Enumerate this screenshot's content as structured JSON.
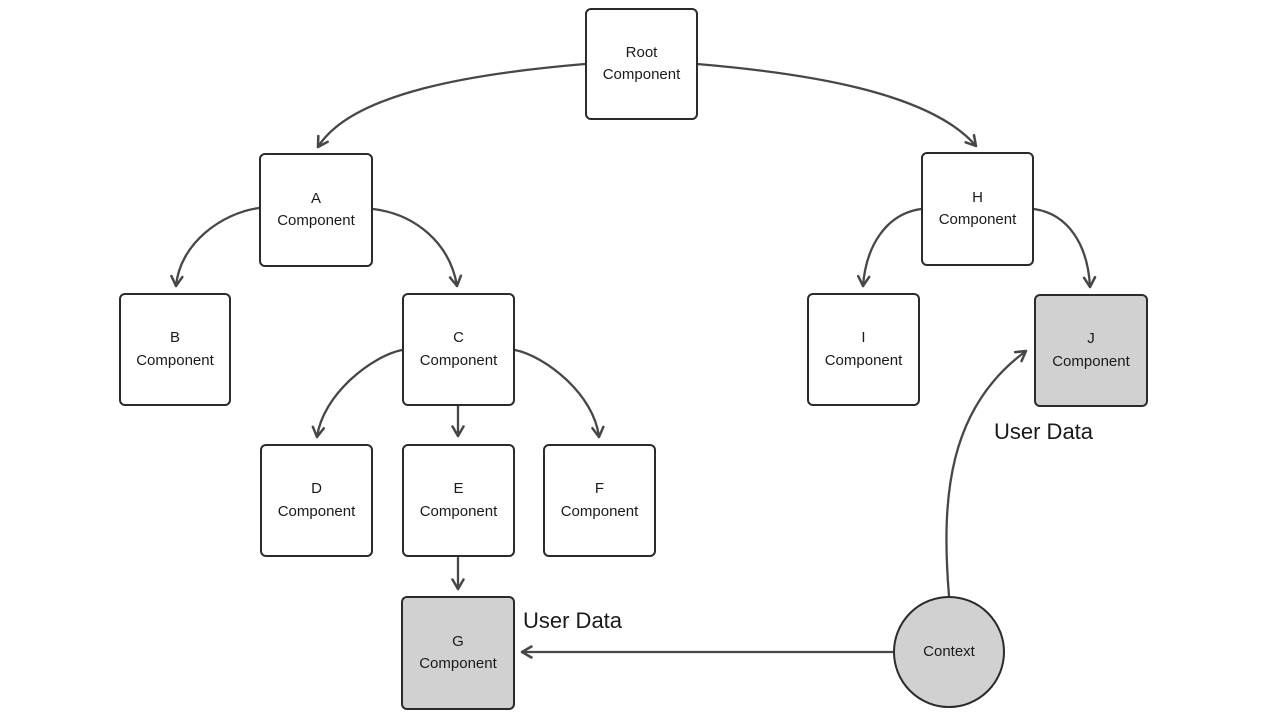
{
  "colors": {
    "arrow": "#474747",
    "node-border": "#2b2b2b",
    "node-fill": "#ffffff",
    "node-fill-gray": "#d2d1d1",
    "text": "#1a1a1a",
    "background": "#ffffff"
  },
  "nodes": {
    "root": {
      "line1": "Root",
      "line2": "Component",
      "shape": "rect",
      "highlighted": false
    },
    "a": {
      "line1": "A",
      "line2": "Component",
      "shape": "rect",
      "highlighted": false
    },
    "b": {
      "line1": "B",
      "line2": "Component",
      "shape": "rect",
      "highlighted": false
    },
    "c": {
      "line1": "C",
      "line2": "Component",
      "shape": "rect",
      "highlighted": false
    },
    "d": {
      "line1": "D",
      "line2": "Component",
      "shape": "rect",
      "highlighted": false
    },
    "e": {
      "line1": "E",
      "line2": "Component",
      "shape": "rect",
      "highlighted": false
    },
    "f": {
      "line1": "F",
      "line2": "Component",
      "shape": "rect",
      "highlighted": false
    },
    "g": {
      "line1": "G",
      "line2": "Component",
      "shape": "rect",
      "highlighted": true
    },
    "h": {
      "line1": "H",
      "line2": "Component",
      "shape": "rect",
      "highlighted": false
    },
    "i": {
      "line1": "I",
      "line2": "Component",
      "shape": "rect",
      "highlighted": false
    },
    "j": {
      "line1": "J",
      "line2": "Component",
      "shape": "rect",
      "highlighted": true
    },
    "context": {
      "line1": "Context",
      "shape": "circle",
      "highlighted": true
    }
  },
  "labels": {
    "user_data_g": "User Data",
    "user_data_j": "User Data"
  },
  "edges": [
    {
      "from": "Root Component",
      "to": "A Component"
    },
    {
      "from": "Root Component",
      "to": "H Component"
    },
    {
      "from": "A Component",
      "to": "B Component"
    },
    {
      "from": "A Component",
      "to": "C Component"
    },
    {
      "from": "C Component",
      "to": "D Component"
    },
    {
      "from": "C Component",
      "to": "E Component"
    },
    {
      "from": "C Component",
      "to": "F Component"
    },
    {
      "from": "E Component",
      "to": "G Component"
    },
    {
      "from": "H Component",
      "to": "I Component"
    },
    {
      "from": "H Component",
      "to": "J Component"
    },
    {
      "from": "Context",
      "to": "G Component",
      "label": "User Data"
    },
    {
      "from": "Context",
      "to": "J Component",
      "label": "User Data"
    }
  ]
}
